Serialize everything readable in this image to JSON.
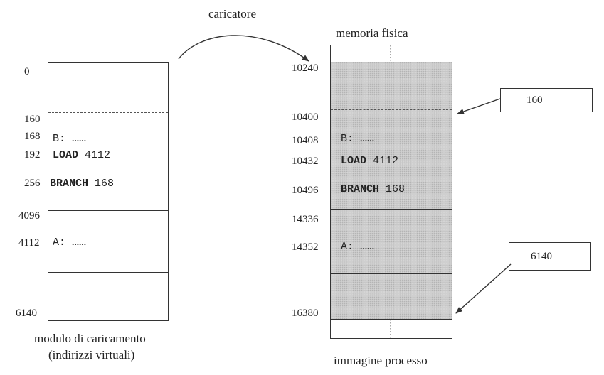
{
  "top_label": "caricatore",
  "left": {
    "addresses": [
      "0",
      "160",
      "168",
      "192",
      "256",
      "4096",
      "4112",
      "6140"
    ],
    "caption_line1": "modulo di caricamento",
    "caption_line2": "(indirizzi virtuali)",
    "lines": {
      "b": {
        "label": "B:",
        "dots": "......"
      },
      "load": {
        "keyword": "LOAD",
        "arg": "4112"
      },
      "branch": {
        "keyword": "BRANCH",
        "arg": "168"
      },
      "a": {
        "label": "A:",
        "dots": "......"
      }
    }
  },
  "right": {
    "title": "memoria fisica",
    "addresses": [
      "10240",
      "10400",
      "10408",
      "10432",
      "10496",
      "14336",
      "14352",
      "16380"
    ],
    "caption": "immagine processo",
    "lines": {
      "b": {
        "label": "B:",
        "dots": "......"
      },
      "load": {
        "keyword": "LOAD",
        "arg": "4112"
      },
      "branch": {
        "keyword": "BRANCH",
        "arg": "168"
      },
      "a": {
        "label": "A:",
        "dots": "......"
      }
    }
  },
  "callouts": {
    "upper": "160",
    "lower": "6140"
  }
}
